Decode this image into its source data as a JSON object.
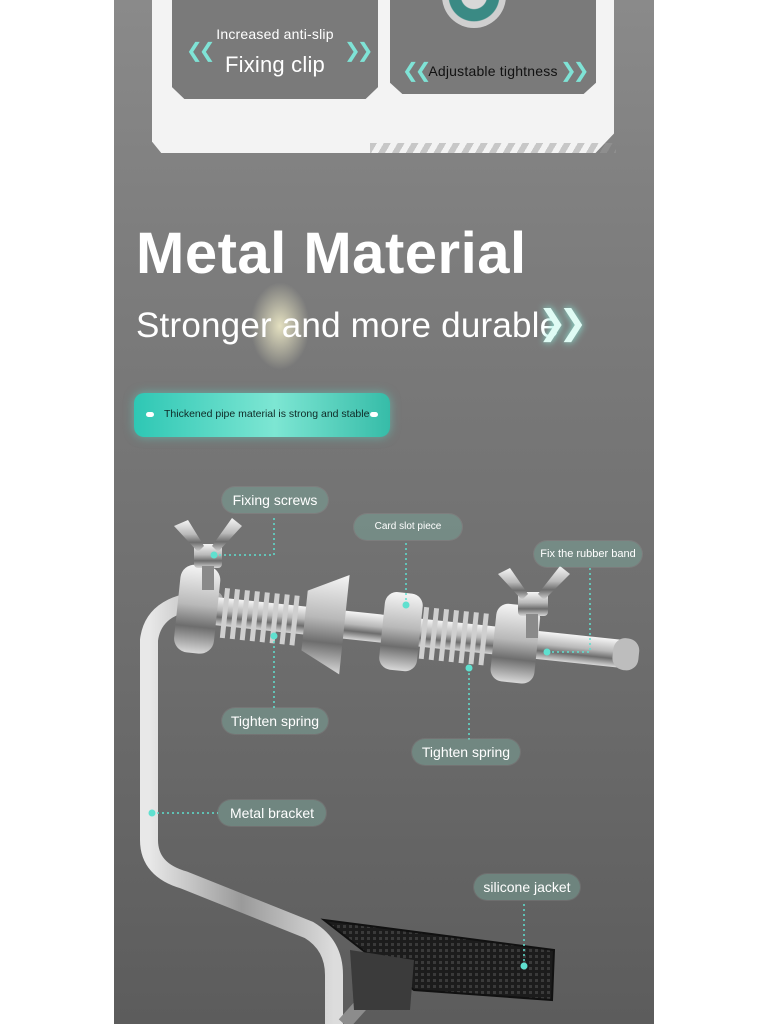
{
  "top_cards": {
    "left": {
      "small": "Increased anti-slip",
      "big": "Fixing clip"
    },
    "right": {
      "small": "Adjustable tightness"
    },
    "chevrons": "« »"
  },
  "headline": {
    "title": "Metal Material",
    "subtitle": "Stronger and more durable"
  },
  "feature_pill": {
    "text": "Thickened pipe material is strong and stable"
  },
  "callouts": {
    "fixing_screws": "Fixing screws",
    "card_slot_piece": "Card slot piece",
    "fix_rubber_band": "Fix the rubber band",
    "tighten_spring_left": "Tighten spring",
    "tighten_spring_right": "Tighten spring",
    "metal_bracket": "Metal bracket",
    "silicone_jacket": "silicone jacket"
  },
  "colors": {
    "accent": "#5fe0cf",
    "panel": "#7d7d7d",
    "frame": "#f3f3f3"
  }
}
